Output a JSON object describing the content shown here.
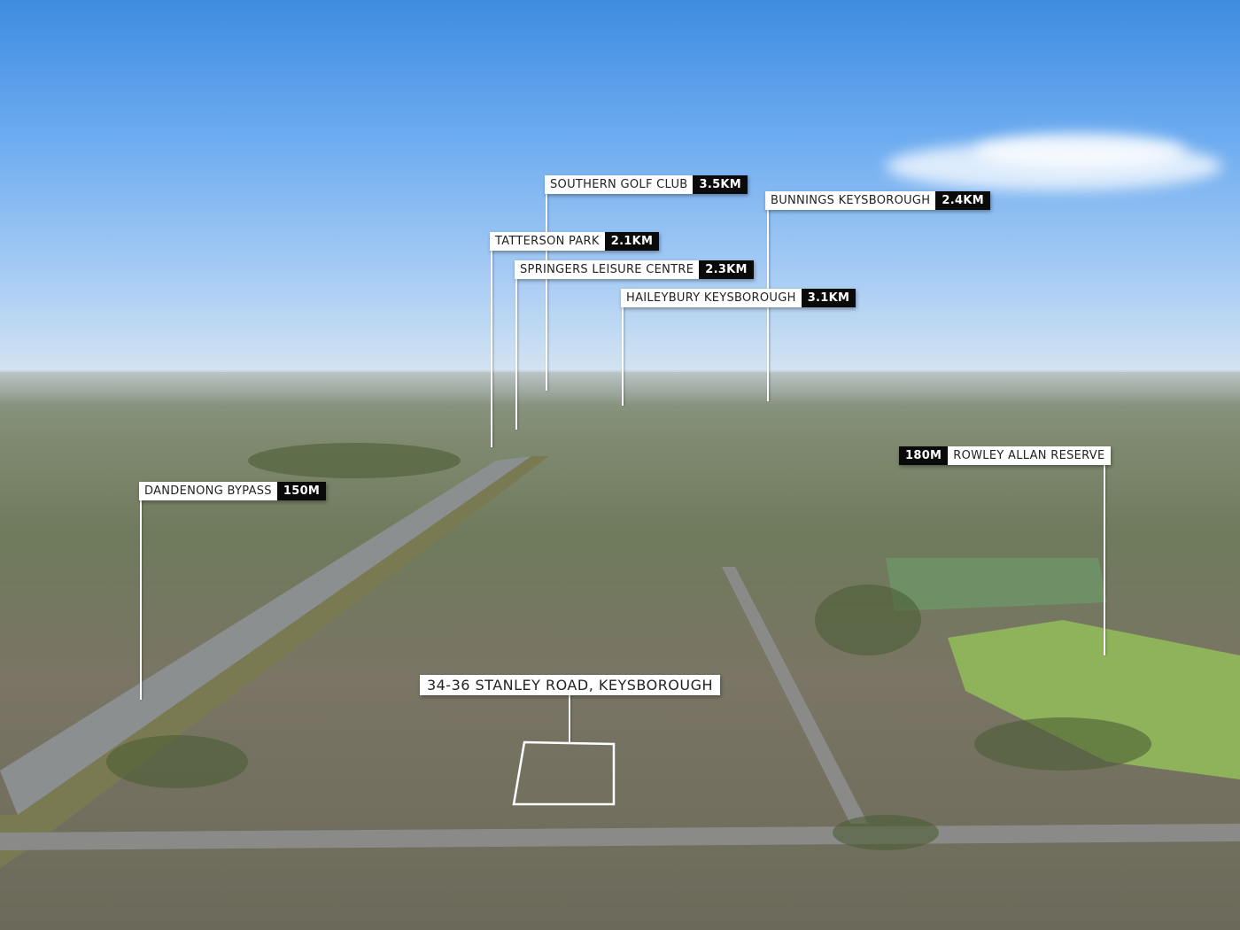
{
  "property": {
    "address": "34-36 STANLEY ROAD, KEYSBOROUGH"
  },
  "landmarks": [
    {
      "name": "SOUTHERN GOLF CLUB",
      "distance": "3.5KM"
    },
    {
      "name": "TATTERSON PARK",
      "distance": "2.1KM"
    },
    {
      "name": "SPRINGERS LEISURE CENTRE",
      "distance": "2.3KM"
    },
    {
      "name": "HAILEYBURY KEYSBOROUGH",
      "distance": "3.1KM"
    },
    {
      "name": "BUNNINGS KEYSBOROUGH",
      "distance": "2.4KM"
    },
    {
      "name": "ROWLEY ALLAN RESERVE",
      "distance": "180M"
    },
    {
      "name": "DANDENONG BYPASS",
      "distance": "150M"
    }
  ]
}
